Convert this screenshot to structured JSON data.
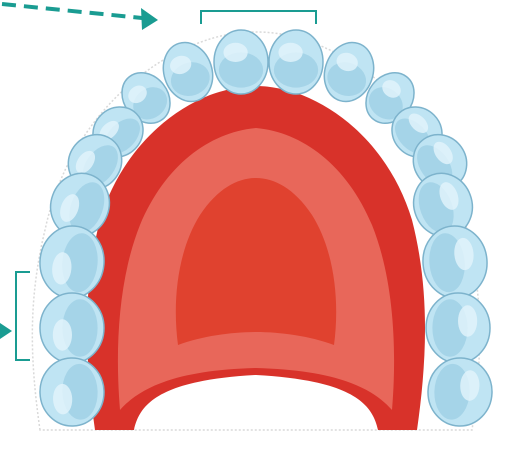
{
  "diagram": {
    "subject": "upper-dental-arch",
    "colors": {
      "pointer": "#1a9c92",
      "enamel": "#bfe4f3",
      "enamel_shadow": "#8fc6df",
      "enamel_outline": "#7db3cc",
      "gum": "#d8322a",
      "palate_outer": "#e8675a",
      "palate_inner": "#e0422f",
      "background": "#ffffff"
    },
    "icons": {
      "dashed_arrow": "arrow-right-icon",
      "side_arrow": "arrow-right-icon"
    },
    "annotations": [
      {
        "name": "front-incisors-bracket",
        "label": ""
      },
      {
        "name": "back-molars-bracket",
        "label": ""
      }
    ]
  }
}
